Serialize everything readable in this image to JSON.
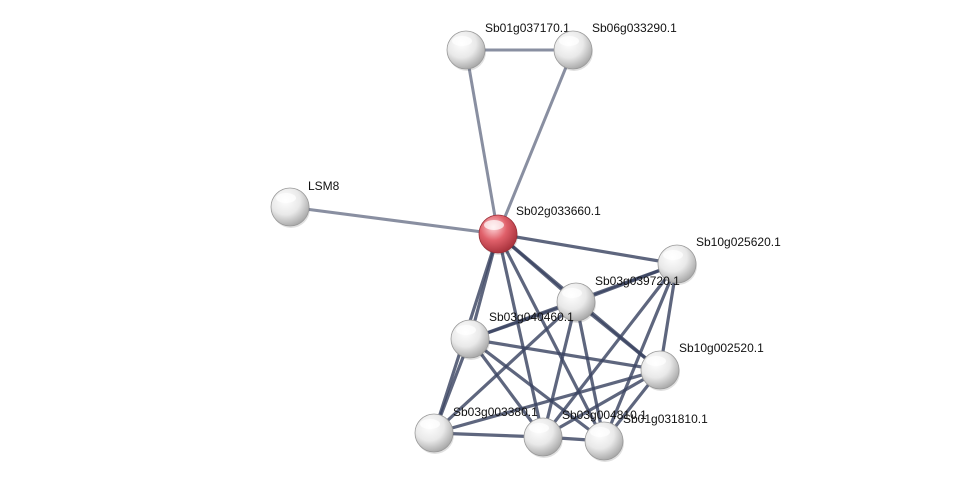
{
  "network": {
    "query_color": "#e0606a",
    "node_color": "#e6e6e6",
    "edge_color": "#3a4462",
    "nodes": [
      {
        "id": "n_center",
        "label": "Sb02g033660.1",
        "query": true
      },
      {
        "id": "n_top1",
        "label": "Sb01g037170.1",
        "query": false
      },
      {
        "id": "n_top2",
        "label": "Sb06g033290.1",
        "query": false
      },
      {
        "id": "n_lsm8",
        "label": "LSM8",
        "query": false
      },
      {
        "id": "n_10g025",
        "label": "Sb10g025620.1",
        "query": false
      },
      {
        "id": "n_039720",
        "label": "Sb03g039720.1",
        "query": false
      },
      {
        "id": "n_040460",
        "label": "Sb03g040460.1",
        "query": false
      },
      {
        "id": "n_002520",
        "label": "Sb10g002520.1",
        "query": false
      },
      {
        "id": "n_003380",
        "label": "Sb03g003380.1",
        "query": false
      },
      {
        "id": "n_004810",
        "label": "Sb03g004810.1",
        "query": false
      },
      {
        "id": "n_031810",
        "label": "Sb01g031810.1",
        "query": false
      }
    ],
    "edges": [
      [
        "n_top1",
        "n_top2"
      ],
      [
        "n_top1",
        "n_center"
      ],
      [
        "n_top2",
        "n_center"
      ],
      [
        "n_lsm8",
        "n_center"
      ],
      [
        "n_center",
        "n_10g025"
      ],
      [
        "n_center",
        "n_039720"
      ],
      [
        "n_center",
        "n_040460"
      ],
      [
        "n_center",
        "n_002520"
      ],
      [
        "n_center",
        "n_003380"
      ],
      [
        "n_center",
        "n_004810"
      ],
      [
        "n_center",
        "n_031810"
      ],
      [
        "n_10g025",
        "n_039720"
      ],
      [
        "n_10g025",
        "n_040460"
      ],
      [
        "n_10g025",
        "n_002520"
      ],
      [
        "n_10g025",
        "n_004810"
      ],
      [
        "n_10g025",
        "n_031810"
      ],
      [
        "n_039720",
        "n_040460"
      ],
      [
        "n_039720",
        "n_002520"
      ],
      [
        "n_039720",
        "n_003380"
      ],
      [
        "n_039720",
        "n_004810"
      ],
      [
        "n_039720",
        "n_031810"
      ],
      [
        "n_040460",
        "n_002520"
      ],
      [
        "n_040460",
        "n_003380"
      ],
      [
        "n_040460",
        "n_004810"
      ],
      [
        "n_040460",
        "n_031810"
      ],
      [
        "n_002520",
        "n_003380"
      ],
      [
        "n_002520",
        "n_004810"
      ],
      [
        "n_002520",
        "n_031810"
      ],
      [
        "n_003380",
        "n_004810"
      ],
      [
        "n_004810",
        "n_031810"
      ]
    ]
  }
}
